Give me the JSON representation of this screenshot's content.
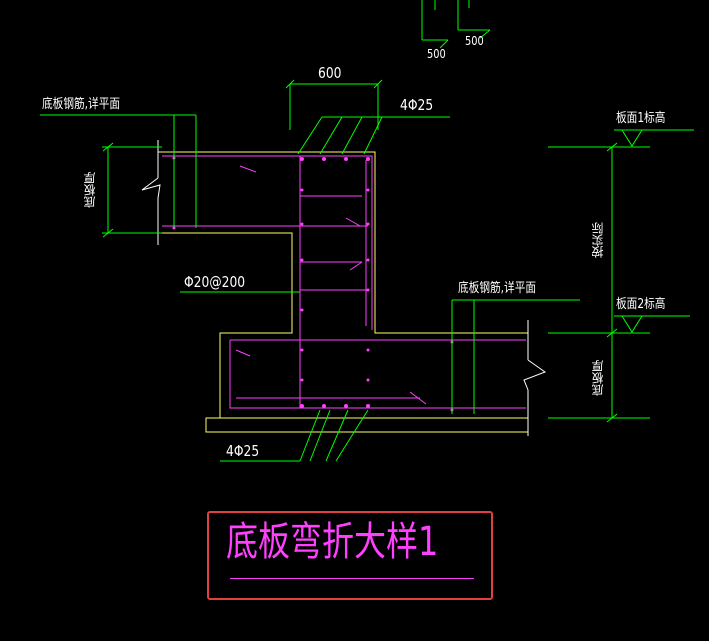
{
  "labels": {
    "dim_500_left": "500",
    "dim_500_right": "500",
    "dim_600": "600",
    "rebar_top": "4Φ25",
    "rebar_bottom": "4Φ25",
    "stirrup": "Φ20@200",
    "bottom_rebar_left": "底板钢筋,详平面",
    "bottom_rebar_right": "底板钢筋,详平面",
    "slab_thickness_left": "底板厚",
    "slab_thickness_right": "底板厚",
    "level_1": "板面1标高",
    "level_2": "板面2标高",
    "level_diff": "按实际"
  },
  "title": "底板弯折大样1",
  "colors": {
    "background": "#000000",
    "dimension": "#00ff00",
    "rebar": "#ff40ff",
    "outline": "#ffff66",
    "text": "#ffffff",
    "frame": "#e04040"
  }
}
